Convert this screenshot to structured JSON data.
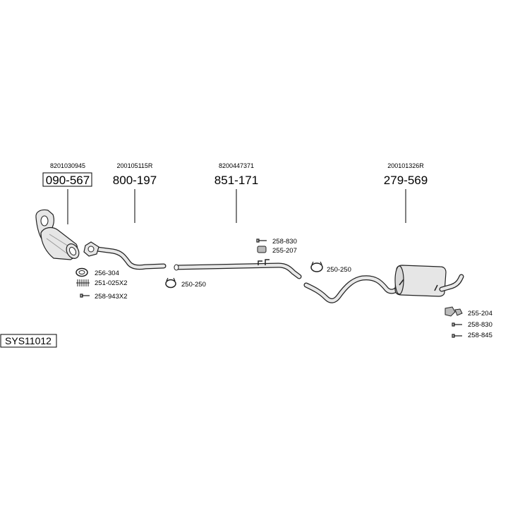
{
  "system_code": "SYS11012",
  "parts": [
    {
      "oem": "8201030945",
      "number": "090-567",
      "boxed": true
    },
    {
      "oem": "200105115R",
      "number": "800-197"
    },
    {
      "oem": "8200447371",
      "number": "851-171"
    },
    {
      "oem": "200101326R",
      "number": "279-569"
    }
  ],
  "accessories": [
    {
      "code": "256-304",
      "icon": "gasket-ring-icon"
    },
    {
      "code": "251-025X2",
      "icon": "spring-icon"
    },
    {
      "code": "258-943X2",
      "icon": "bolt-icon"
    },
    {
      "code": "250-250",
      "icon": "pipe-clamp-icon"
    },
    {
      "code": "258-830",
      "icon": "bolt-icon"
    },
    {
      "code": "255-207",
      "icon": "rubber-hanger-icon"
    },
    {
      "code": "250-250",
      "icon": "pipe-clamp-icon"
    },
    {
      "code": "255-204",
      "icon": "rubber-hanger-icon"
    },
    {
      "code": "258-830",
      "icon": "bolt-icon"
    },
    {
      "code": "258-845",
      "icon": "bolt-icon"
    }
  ]
}
